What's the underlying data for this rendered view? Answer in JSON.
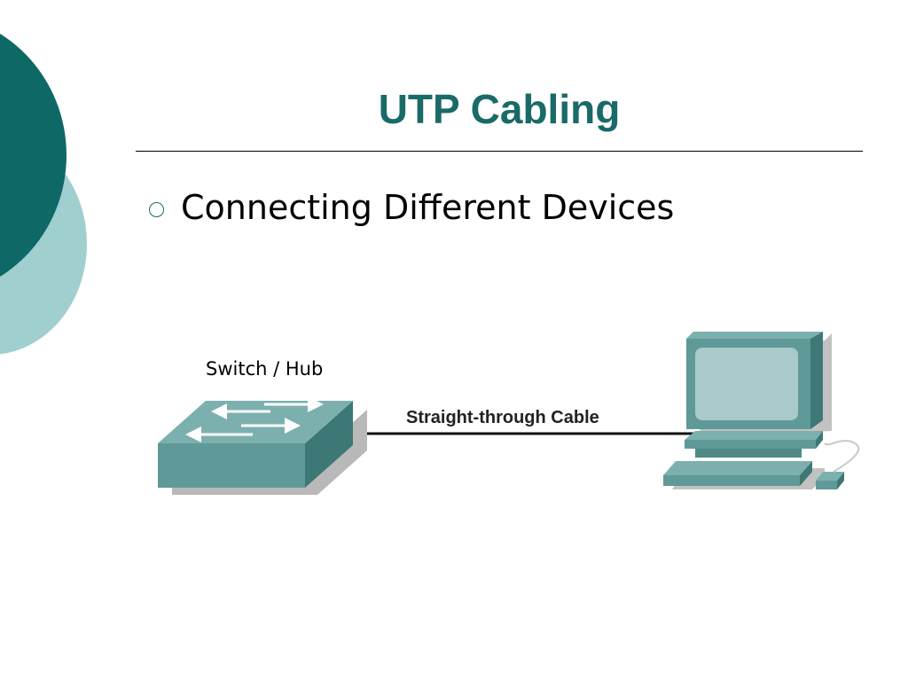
{
  "slide": {
    "title": "UTP Cabling",
    "bullets": [
      {
        "text": "Connecting Different Devices"
      }
    ]
  },
  "diagram": {
    "devices": [
      {
        "label": "Switch / Hub",
        "icon": "switch-icon"
      },
      {
        "label": "",
        "icon": "pc-icon"
      }
    ],
    "connection": {
      "label": "Straight-through Cable"
    }
  },
  "colors": {
    "title": "#1a6a68",
    "accent_dark": "#0e6865",
    "accent_light": "#9fcfce",
    "device_face": "#5e9a98",
    "device_top": "#7fb2b0",
    "device_side": "#3f7a78"
  }
}
